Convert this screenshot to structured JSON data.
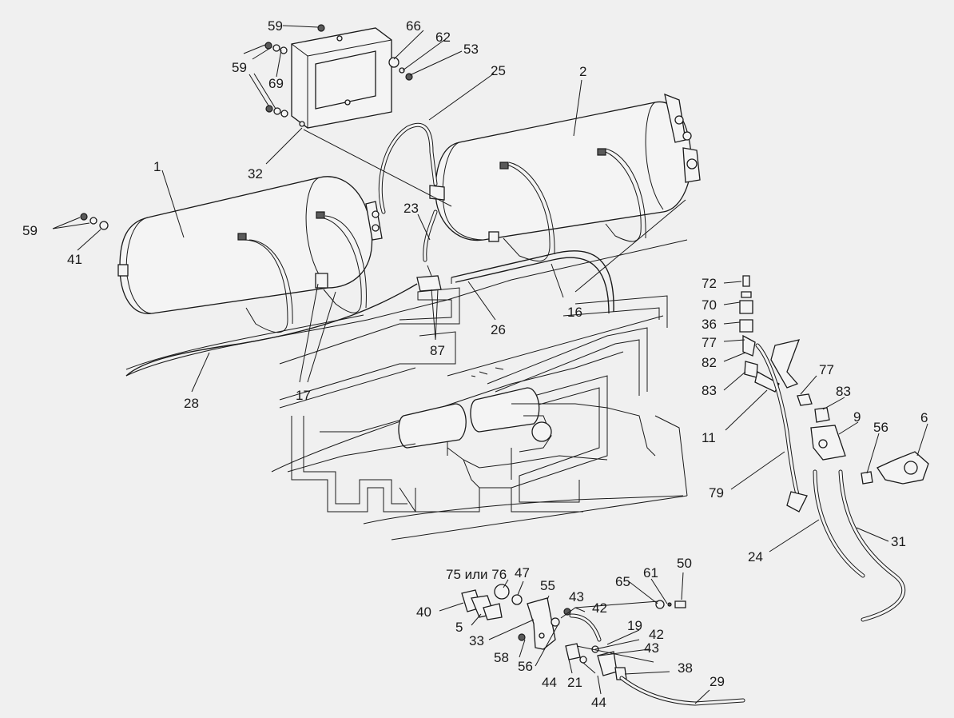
{
  "labels": {
    "l1": "1",
    "l2": "2",
    "l5": "5",
    "l6": "6",
    "l9": "9",
    "l11": "11",
    "l16": "16",
    "l17": "17",
    "l19": "19",
    "l21": "21",
    "l23": "23",
    "l24": "24",
    "l25": "25",
    "l26": "26",
    "l28": "28",
    "l29": "29",
    "l31": "31",
    "l32": "32",
    "l33": "33",
    "l36": "36",
    "l38": "38",
    "l40": "40",
    "l41": "41",
    "l42a": "42",
    "l42b": "42",
    "l43a": "43",
    "l43b": "43",
    "l44a": "44",
    "l44b": "44",
    "l47": "47",
    "l50": "50",
    "l53": "53",
    "l55": "55",
    "l56a": "56",
    "l56b": "56",
    "l58": "58",
    "l59a": "59",
    "l59b": "59",
    "l59c": "59",
    "l61": "61",
    "l62": "62",
    "l65": "65",
    "l66": "66",
    "l69": "69",
    "l70": "70",
    "l72": "72",
    "l75": "75 или 76",
    "l77a": "77",
    "l77b": "77",
    "l79": "79",
    "l82": "82",
    "l83a": "83",
    "l83b": "83",
    "l87": "87"
  }
}
